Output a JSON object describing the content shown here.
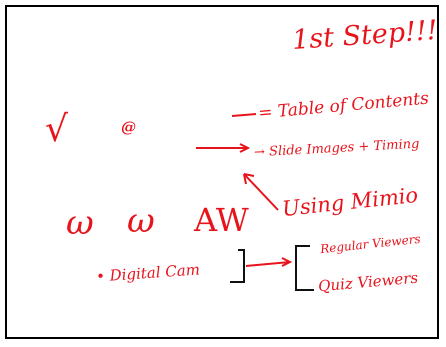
{
  "board": {
    "title": "1st Step!!!",
    "toc_label": "= Table of Contents",
    "slides_label": "→ Slide Images + Timing",
    "mimio_label": "Using Mimio",
    "digital_label": "• Digital Cam",
    "regular_label": "Regular Viewers",
    "quiz_label": "Quiz Viewers",
    "check_mark": "√",
    "at_mark": "@",
    "oo_mark_1": "ω",
    "oo_mark_2": "ω",
    "aw_mark": "AW"
  },
  "colors": {
    "ink_red": "#e8141c",
    "ink_black": "#111111",
    "background": "#ffffff"
  }
}
